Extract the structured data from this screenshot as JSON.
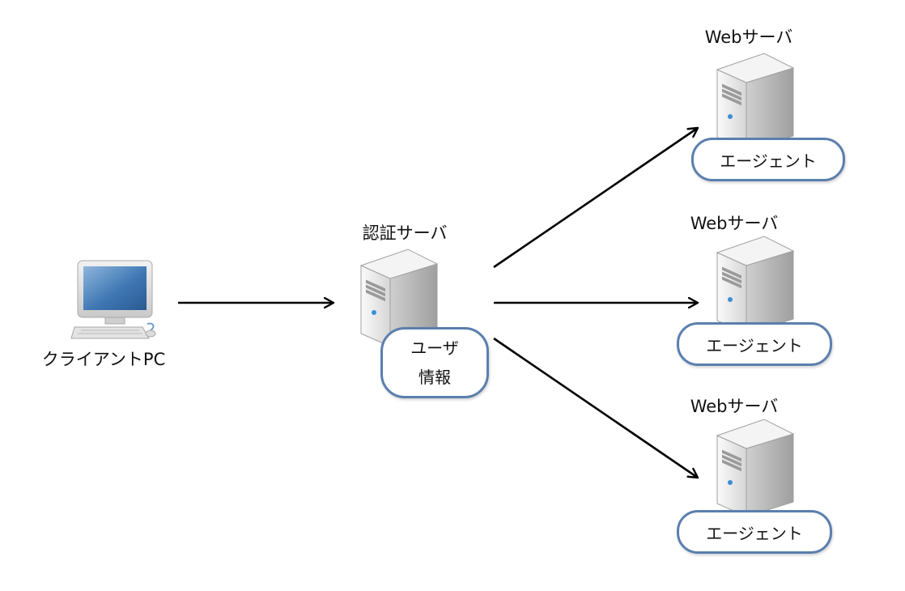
{
  "client": {
    "label": "クライアントPC",
    "icon": "desktop-pc-icon"
  },
  "auth_server": {
    "label": "認証サーバ",
    "icon": "server-icon",
    "data_box": {
      "line1": "ユーザ",
      "line2": "情報"
    }
  },
  "web_servers": [
    {
      "label": "Webサーバ",
      "icon": "server-icon",
      "agent": "エージェント"
    },
    {
      "label": "Webサーバ",
      "icon": "server-icon",
      "agent": "エージェント"
    },
    {
      "label": "Webサーバ",
      "icon": "server-icon",
      "agent": "エージェント"
    }
  ],
  "colors": {
    "pill_border": "#5b7fae",
    "arrow": "#000000"
  }
}
